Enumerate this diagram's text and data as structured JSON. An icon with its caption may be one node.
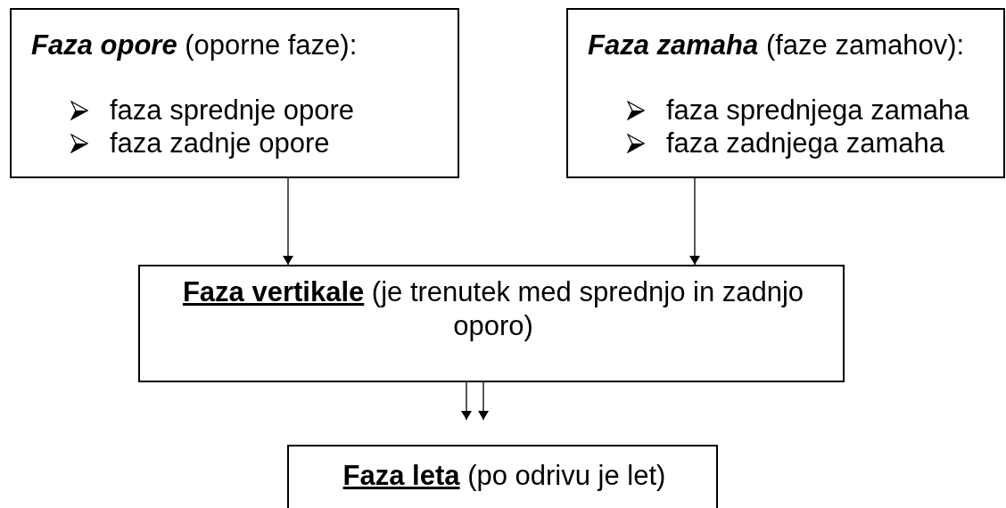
{
  "diagram": {
    "nodes": [
      {
        "text": [
          "**Faza opore** (oporne faze):",
          "faza sprednje opore",
          "faza zadnje opore"
        ]
      },
      {
        "text": [
          "**Faza zamaha** (faze zamahov):",
          "faza sprednjega zamaha",
          "faza zadnjega zamaha"
        ]
      },
      {
        "text": [
          "**Faza vertikale** (je trenutek med sprednjo in zadnjo oporo)"
        ]
      },
      {
        "text": [
          "**Faza leta** (po odrivu je let)"
        ]
      }
    ],
    "edges": [
      {
        "from": 0,
        "to": 2,
        "arrow": "to"
      },
      {
        "from": 1,
        "to": 2,
        "arrow": "to"
      },
      {
        "from": 2,
        "to": 3,
        "arrow": "to"
      },
      {
        "from": 2,
        "to": 3,
        "arrow": "to"
      }
    ]
  }
}
